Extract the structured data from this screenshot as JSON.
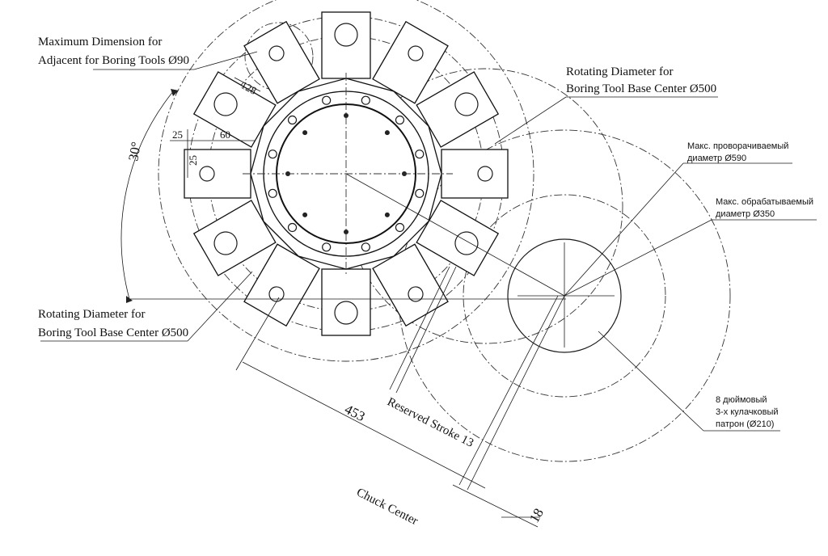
{
  "labels": {
    "max_dim_line1": "Maximum Dimension for",
    "max_dim_line2": "Adjacent for Boring Tools Ø90",
    "rot_top_line1": "Rotating Diameter for",
    "rot_top_line2": "Boring Tool Base Center Ø500",
    "rot_bottom_line1": "Rotating Diameter for",
    "rot_bottom_line2": "Boring Tool Base Center Ø500",
    "max_turn_line1": "Макс. проворачиваемый",
    "max_turn_line2": "диаметр Ø590",
    "max_work_line1": "Макс. обрабатываемый",
    "max_work_line2": "диаметр Ø350",
    "chuck_line1": "8 дюймовый",
    "chuck_line2": "3-х кулачковый",
    "chuck_line3": "патрон (Ø210)",
    "reserved_stroke": "Reserved Stroke 13",
    "chuck_center": "Chuck Center"
  },
  "dimensions": {
    "angle": "30°",
    "d128": "128",
    "d60": "60",
    "d25a": "25",
    "d25b": "25",
    "d453": "453",
    "d18": "18"
  }
}
